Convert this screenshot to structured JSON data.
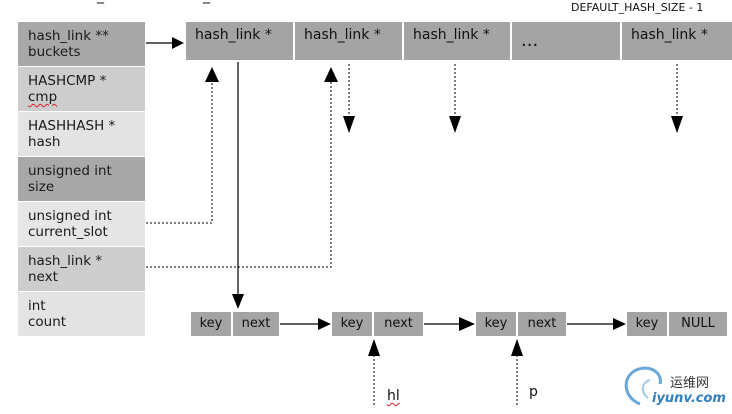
{
  "header_label": "DEFAULT_HASH_SIZE - 1",
  "top_marks": [
    "_",
    "_"
  ],
  "struct_fields": [
    {
      "line1": "hash_link **",
      "line2": "buckets",
      "color": "#a8a8a8"
    },
    {
      "line1": "HASHCMP *",
      "line2": "cmp",
      "color": "#cdcdcd"
    },
    {
      "line1": "HASHHASH *",
      "line2": "hash",
      "color": "#e3e3e3"
    },
    {
      "line1": "unsigned int",
      "line2": "size",
      "color": "#a8a8a8"
    },
    {
      "line1": "unsigned int",
      "line2": "current_slot",
      "color": "#e6e6e6"
    },
    {
      "line1": "hash_link *",
      "line2": "next",
      "color": "#cdcdcd"
    },
    {
      "line1": "int",
      "line2": "count",
      "color": "#e3e3e3"
    }
  ],
  "buckets": [
    "hash_link *",
    "hash_link *",
    "hash_link *",
    "...",
    "hash_link *"
  ],
  "nodes": [
    {
      "key": "key",
      "next": "next"
    },
    {
      "key": "key",
      "next": "next"
    },
    {
      "key": "key",
      "next": "next"
    },
    {
      "key": "key",
      "next": "NULL"
    }
  ],
  "pointer_labels": {
    "hl": "hl",
    "p": "p"
  },
  "watermark": {
    "text": "运维网",
    "url": "iyunv.com"
  }
}
